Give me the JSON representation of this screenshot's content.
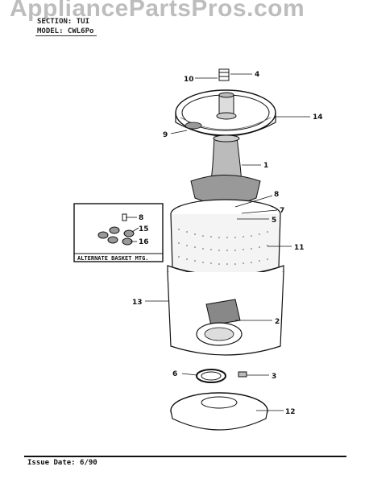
{
  "watermark": "AppliancePartsPros.com",
  "header": {
    "section_line": "SECTION: TUI",
    "model_line": "MODEL: CWL6Po"
  },
  "alternate_box_label": "ALTERNATE BASKET MTG.",
  "callouts": [
    "4",
    "10",
    "14",
    "9",
    "1",
    "8",
    "7",
    "5",
    "11",
    "13",
    "2",
    "6",
    "3",
    "12",
    "8",
    "15",
    "16"
  ],
  "footer": {
    "issue_date": "Issue Date: 6/90"
  }
}
